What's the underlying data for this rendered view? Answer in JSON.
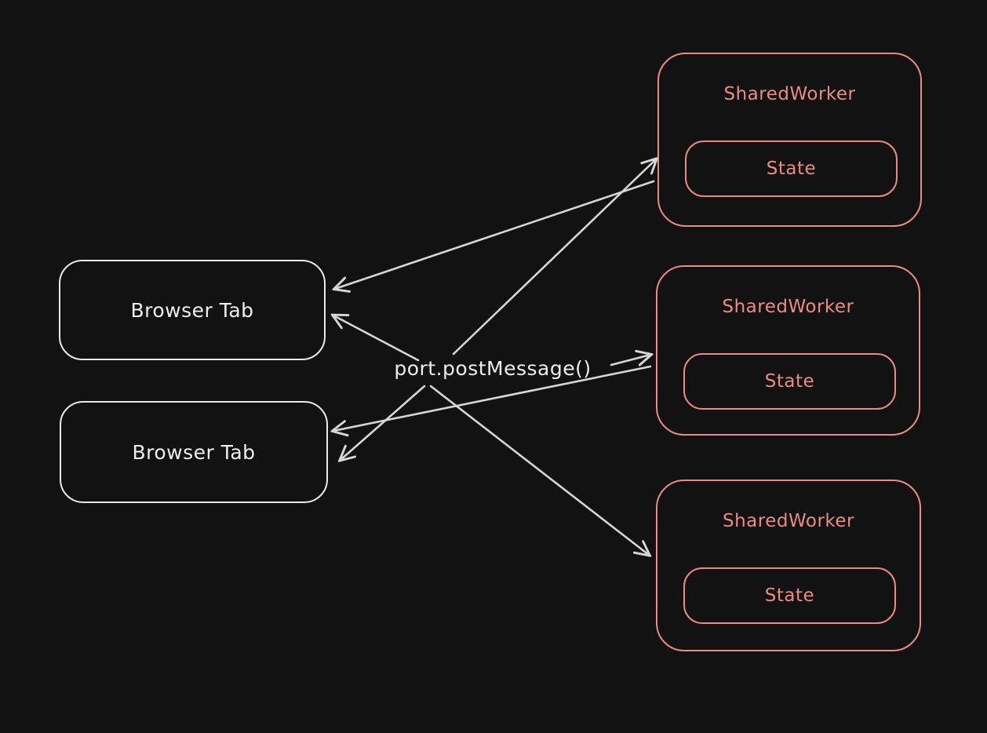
{
  "canvas": {
    "background": "#121212"
  },
  "colors": {
    "tab_stroke": "#e9e9e9",
    "worker_stroke": "#ec8b80",
    "arrow": "#d6d6d6",
    "label_text": "#ececec"
  },
  "center_label": "port.postMessage()",
  "browser_tabs": [
    {
      "label": "Browser Tab"
    },
    {
      "label": "Browser Tab"
    }
  ],
  "workers": [
    {
      "title": "SharedWorker",
      "state_label": "State"
    },
    {
      "title": "SharedWorker",
      "state_label": "State"
    },
    {
      "title": "SharedWorker",
      "state_label": "State"
    }
  ]
}
